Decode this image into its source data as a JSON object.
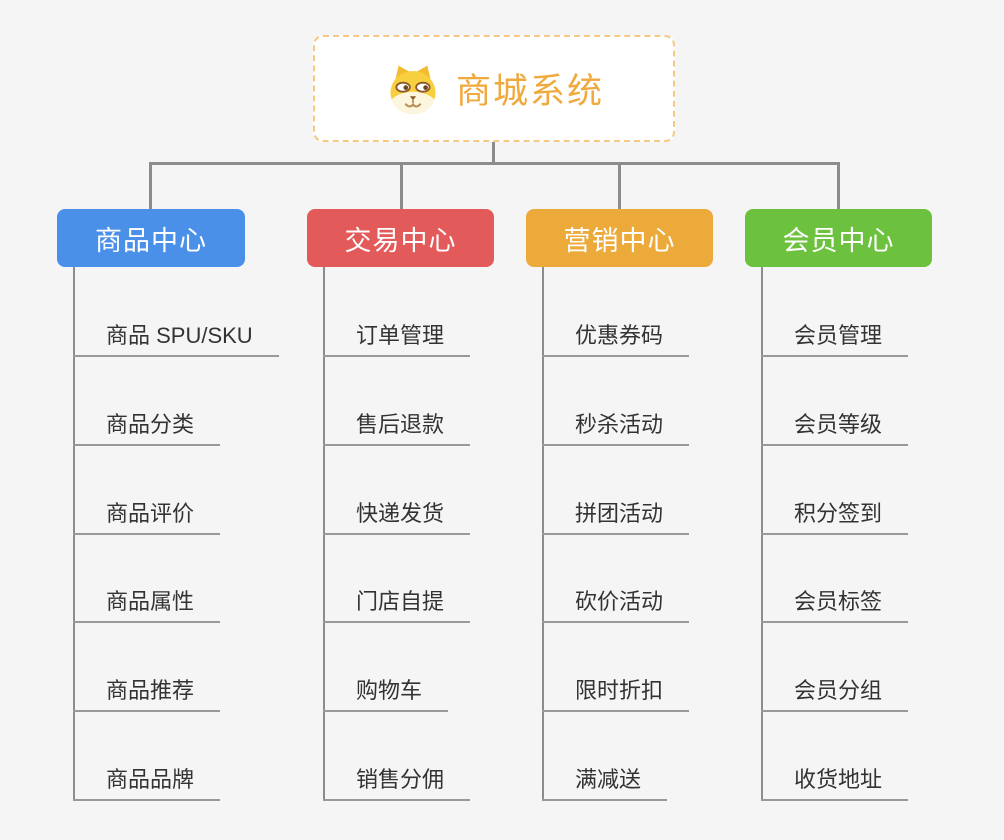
{
  "canvas": {
    "background": "#f5f5f5"
  },
  "root": {
    "title": "商城系统",
    "icon": "dog-face-icon",
    "text_color": "#f0a93c",
    "border_color": "#f5c981"
  },
  "connector_color": "#8c8c8c",
  "leaf_underline_color": "#999999",
  "leaf_text_color": "#333333",
  "branches": [
    {
      "label": "商品中心",
      "color": "#4b90e8",
      "items": [
        "商品 SPU/SKU",
        "商品分类",
        "商品评价",
        "商品属性",
        "商品推荐",
        "商品品牌"
      ]
    },
    {
      "label": "交易中心",
      "color": "#e35a5a",
      "items": [
        "订单管理",
        "售后退款",
        "快递发货",
        "门店自提",
        "购物车",
        "销售分佣"
      ]
    },
    {
      "label": "营销中心",
      "color": "#ebaa3a",
      "items": [
        "优惠券码",
        "秒杀活动",
        "拼团活动",
        "砍价活动",
        "限时折扣",
        "满减送"
      ]
    },
    {
      "label": "会员中心",
      "color": "#6cc13f",
      "items": [
        "会员管理",
        "会员等级",
        "积分签到",
        "会员标签",
        "会员分组",
        "收货地址"
      ]
    }
  ]
}
